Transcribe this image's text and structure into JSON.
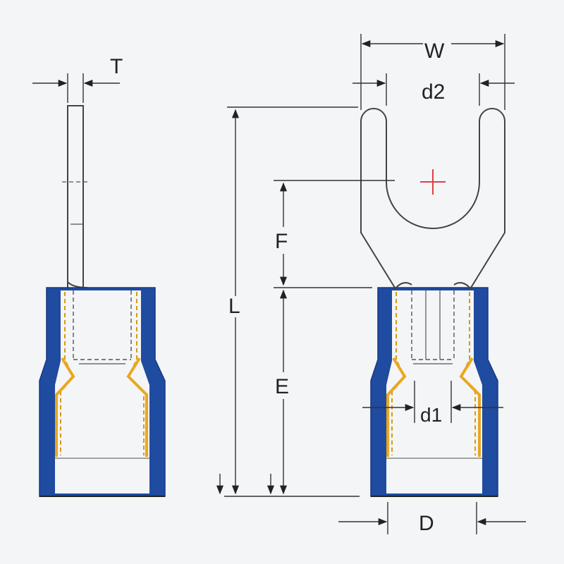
{
  "labels": {
    "thickness": "T",
    "width": "W",
    "stud_hole": "d2",
    "length": "L",
    "f_dim": "F",
    "e_dim": "E",
    "wire_dia": "d1",
    "outer_dia": "D"
  },
  "colors": {
    "insulation": "#1f4ba0",
    "sleeve": "#e8a820",
    "outline": "#444444",
    "hole_mark": "#e04040",
    "background": "#f4f5f6"
  },
  "icons": {
    "hole_mark": "plus-center-mark-icon"
  }
}
